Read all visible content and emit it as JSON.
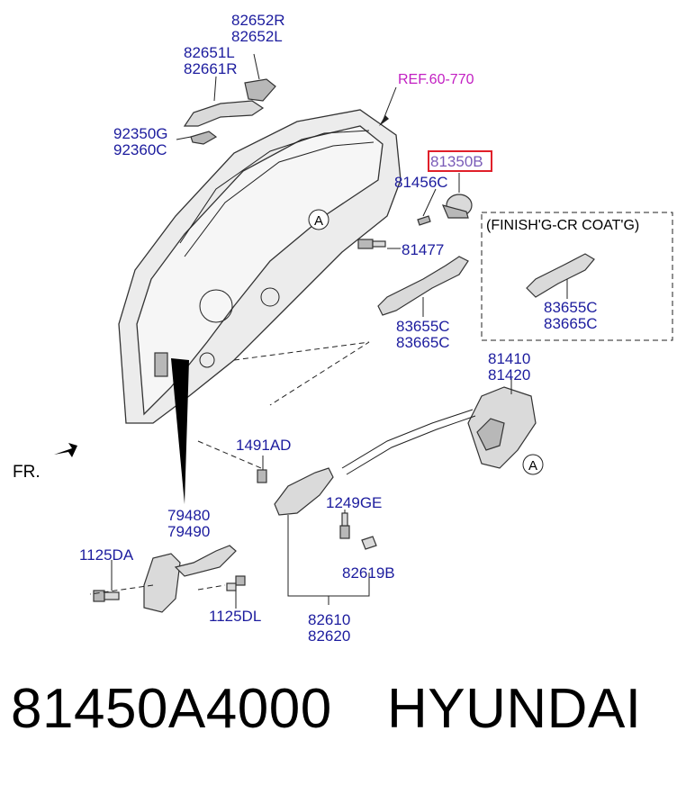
{
  "labels": {
    "l_82652": "82652R\n82652L",
    "l_82651": "82651L\n82661R",
    "l_92350": "92350G\n92360C",
    "l_ref": "REF.60-770",
    "l_81350": "81350B",
    "l_81456": "81456C",
    "l_finish": "(FINISH'G-CR COAT'G)",
    "l_81477": "81477",
    "l_83655a": "83655C\n83665C",
    "l_83655b": "83655C\n83665C",
    "l_81410": "81410\n81420",
    "l_1491": "1491AD",
    "l_1249": "1249GE",
    "l_79480": "79480\n79490",
    "l_1125da": "1125DA",
    "l_82619": "82619B",
    "l_1125dl": "1125DL",
    "l_82610": "82610\n82620",
    "fr": "FR.",
    "callout_a": "A"
  },
  "highlight_color": "#e0202a",
  "label_color": "#1c1c9e",
  "ref_color": "#c21fc2",
  "footer": {
    "part_number": "81450A4000",
    "brand": "HYUNDAI"
  }
}
